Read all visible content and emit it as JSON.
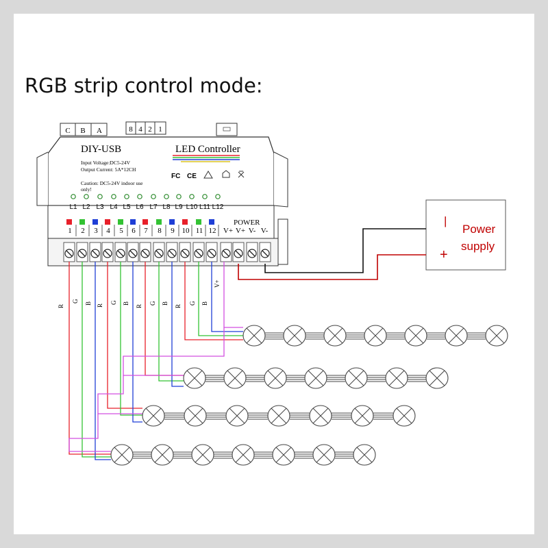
{
  "page": {
    "title": "RGB strip control mode:"
  },
  "controller": {
    "brand": "DIY-USB",
    "name": "LED Controller",
    "input_voltage": "Input Voltage:DC5-24V",
    "output_current": "Output Current: 5A*12CH",
    "caution_line1": "Caution: DC5-24V indoor use",
    "caution_line2": "only!",
    "top_left_labels": [
      "C",
      "B",
      "A"
    ],
    "top_mid_labels": [
      "8",
      "4",
      "2",
      "1"
    ],
    "cert_marks": [
      "FC",
      "CE"
    ],
    "channel_labels": [
      "L1",
      "L2",
      "L3",
      "L4",
      "L5",
      "L6",
      "L7",
      "L8",
      "L9",
      "L10",
      "L11",
      "L12"
    ],
    "terminal_numbers": [
      "1",
      "2",
      "3",
      "4",
      "5",
      "6",
      "7",
      "8",
      "9",
      "10",
      "11",
      "12"
    ],
    "power_label": "POWER",
    "power_terminals": [
      "V+",
      "V+",
      "V-",
      "V-"
    ]
  },
  "power_supply": {
    "minus": "|",
    "plus": "+",
    "label_line1": "Power",
    "label_line2": "supply"
  },
  "wire_labels": [
    "R",
    "G",
    "B",
    "R",
    "G",
    "B",
    "R",
    "G",
    "B",
    "R",
    "G",
    "B",
    "V+"
  ],
  "colors": {
    "red": "#e8202a",
    "green": "#33c233",
    "blue": "#1f3fd6",
    "magenta": "#d24fe0",
    "black": "#111111",
    "dark_red": "#c00000"
  }
}
